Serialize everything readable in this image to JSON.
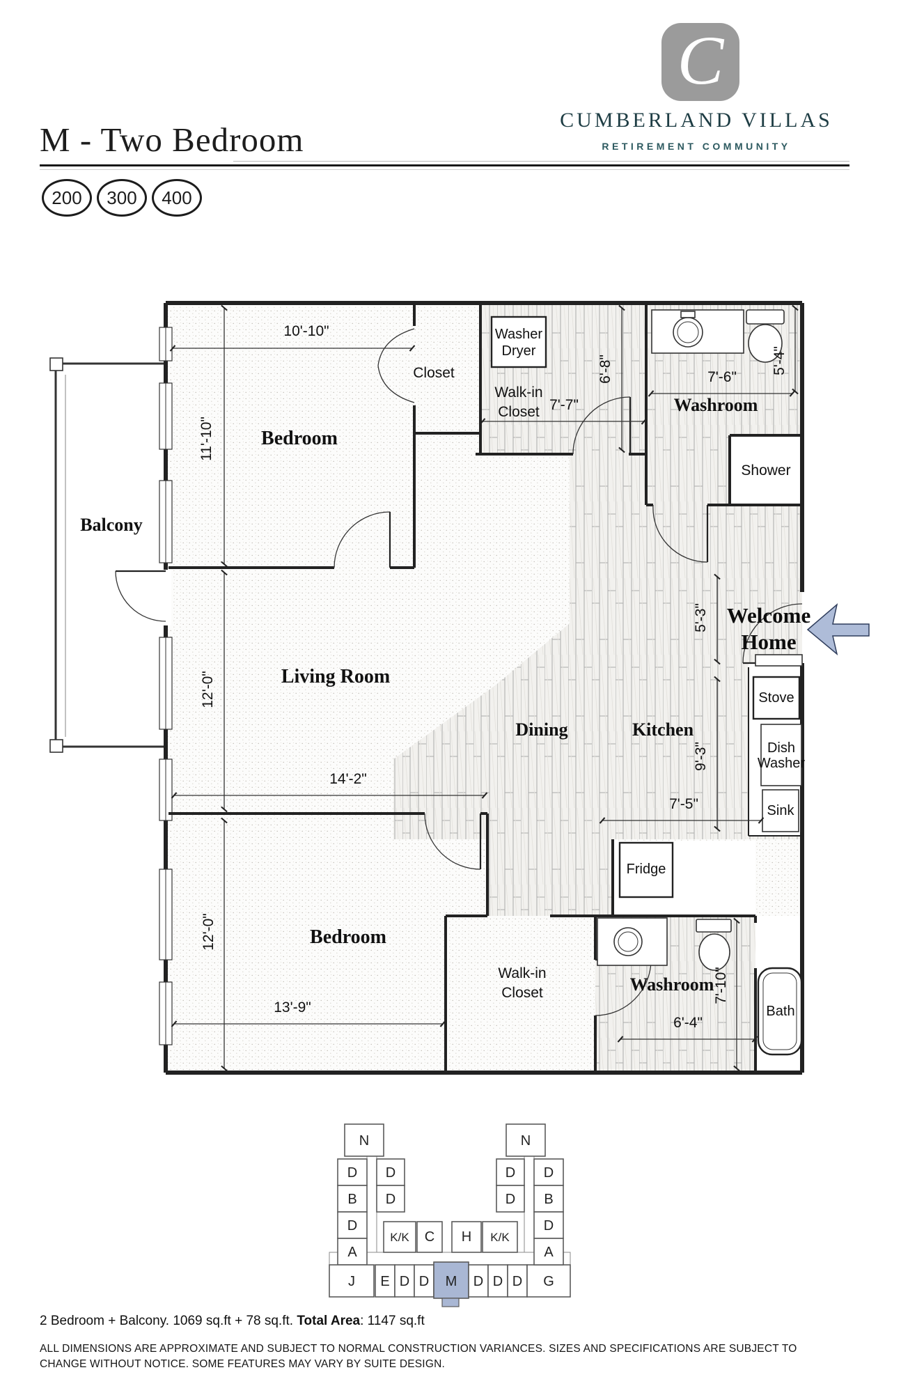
{
  "header": {
    "title": "M - Two Bedroom",
    "brand_initial": "C",
    "brand_name": "CUMBERLAND VILLAS",
    "brand_tagline": "RETIREMENT COMMUNITY"
  },
  "badges": [
    "200",
    "300",
    "400"
  ],
  "plan": {
    "rooms": {
      "bedroom1": "Bedroom",
      "closet1": "Closet",
      "walkin1": [
        "Walk-in",
        "Closet"
      ],
      "washer_dryer": [
        "Washer",
        "Dryer"
      ],
      "washroom1": "Washroom",
      "shower": "Shower",
      "balcony": "Balcony",
      "living": "Living Room",
      "dining": "Dining",
      "kitchen": "Kitchen",
      "stove": "Stove",
      "dish_washer": [
        "Dish",
        "Washer"
      ],
      "sink": "Sink",
      "fridge": "Fridge",
      "bedroom2": "Bedroom",
      "walkin2": [
        "Walk-in",
        "Closet"
      ],
      "washroom2": "Washroom",
      "bath": "Bath",
      "welcome": [
        "Welcome",
        "Home"
      ]
    },
    "dims": {
      "bedroom1_w": "10'-10\"",
      "bedroom1_h": "11'-10\"",
      "wic1_w": "7'-7\"",
      "wic1_h": "6'-8\"",
      "washroom1_w": "7'-6\"",
      "washroom1_h": "5'-4\"",
      "entry": "5'-3\"",
      "living_h": "12'-0\"",
      "living_w": "14'-2\"",
      "kitchen_h": "9'-3\"",
      "kitchen_w": "7'-5\"",
      "bedroom2_h": "12'-0\"",
      "bedroom2_w": "13'-9\"",
      "washroom2_w": "6'-4\"",
      "washroom2_h": "7'-10\""
    }
  },
  "keyplan": {
    "highlighted_unit": "M",
    "cells": [
      "N",
      "D",
      "D",
      "D",
      "B",
      "D",
      "A",
      "J",
      "K/K",
      "C",
      "H",
      "K/K",
      "E",
      "D",
      "D",
      "M",
      "D",
      "D",
      "D",
      "G",
      "N",
      "D",
      "D",
      "D",
      "B",
      "D",
      "A"
    ]
  },
  "footer": {
    "summary_prefix": "2 Bedroom + Balcony. 1069 sq.ft + 78 sq.ft. ",
    "summary_bold": "Total Area",
    "summary_suffix": ": 1147 sq.ft",
    "disclaimer": "ALL DIMENSIONS ARE APPROXIMATE AND SUBJECT TO NORMAL CONSTRUCTION VARIANCES. SIZES AND SPECIFICATIONS ARE SUBJECT TO CHANGE WITHOUT NOTICE. SOME FEATURES MAY VARY BY SUITE DESIGN."
  },
  "colors": {
    "brand_teal": "#1e3d44",
    "tagline_teal": "#2d5a60",
    "logo_gray": "#9b9b9b",
    "arrow_blue": "#aebcd8",
    "unit_highlight": "#a9b7d4",
    "wall_ink": "#222222"
  }
}
